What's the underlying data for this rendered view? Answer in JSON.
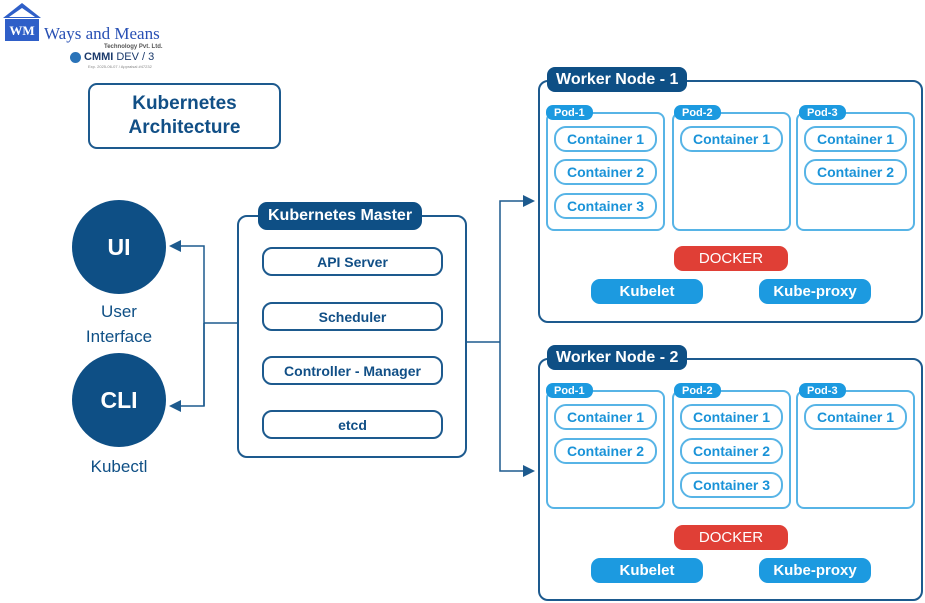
{
  "logo": {
    "mark": "W&M",
    "company": "Ways and Means",
    "subtitle": "Technology Pvt. Ltd.",
    "cmmi": "CMMI",
    "cmmi_level": "DEV / 3",
    "appraisal": "Exp. 2025-06-07 / Appraisal #47232"
  },
  "title": "Kubernetes Architecture",
  "clients": [
    {
      "short": "UI",
      "label": "User Interface"
    },
    {
      "short": "CLI",
      "label": "Kubectl"
    }
  ],
  "master": {
    "title": "Kubernetes Master",
    "components": [
      "API Server",
      "Scheduler",
      "Controller - Manager",
      "etcd"
    ]
  },
  "workers": [
    {
      "title": "Worker Node - 1",
      "pods": [
        {
          "name": "Pod-1",
          "containers": [
            "Container 1",
            "Container 2",
            "Container 3"
          ]
        },
        {
          "name": "Pod-2",
          "containers": [
            "Container 1"
          ]
        },
        {
          "name": "Pod-3",
          "containers": [
            "Container 1",
            "Container 2"
          ]
        }
      ],
      "runtime": "DOCKER",
      "services": [
        "Kubelet",
        "Kube-proxy"
      ]
    },
    {
      "title": "Worker Node - 2",
      "pods": [
        {
          "name": "Pod-1",
          "containers": [
            "Container 1",
            "Container 2"
          ]
        },
        {
          "name": "Pod-2",
          "containers": [
            "Container 1",
            "Container 2",
            "Container 3"
          ]
        },
        {
          "name": "Pod-3",
          "containers": [
            "Container 1"
          ]
        }
      ],
      "runtime": "DOCKER",
      "services": [
        "Kubelet",
        "Kube-proxy"
      ]
    }
  ],
  "colors": {
    "primary": "#0e4f85",
    "outline": "#1d5a8e",
    "pod": "#1c9ae0",
    "pod_outline": "#57b4e6",
    "docker": "#e03f36"
  }
}
